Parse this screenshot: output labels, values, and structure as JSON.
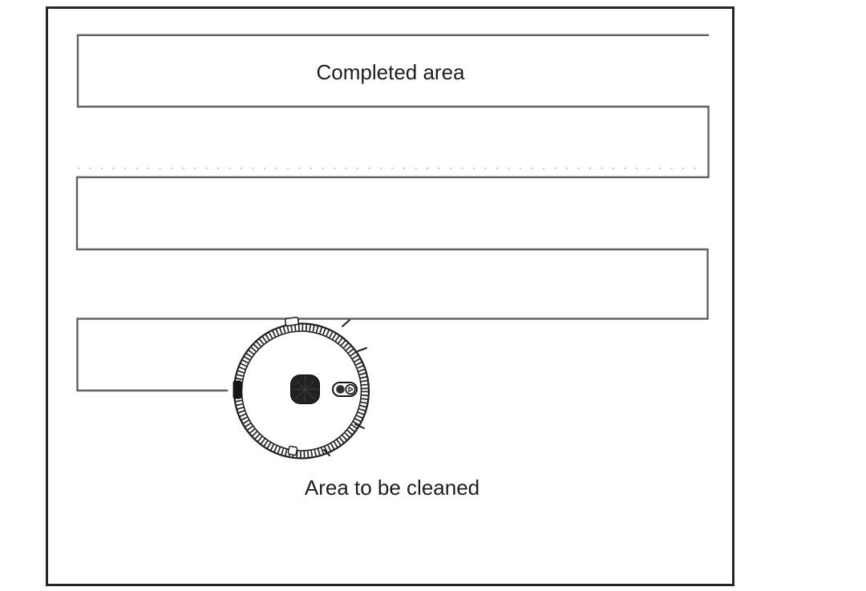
{
  "diagram": {
    "type": "robot-vacuum-zigzag-cleaning-route",
    "labels": {
      "completed_area": "Completed area",
      "area_to_be_cleaned": "Area to be cleaned"
    },
    "path_rows": 5,
    "colors": {
      "background": "#ffffff",
      "room_border": "#262626",
      "path_line": "#616161",
      "dotted_line": "#c5c5c5",
      "label_text": "#1d1d1d",
      "robot_outline": "#1f1f1f",
      "robot_lidar_fill": "#222222"
    },
    "icons": {
      "robot": "robot-vacuum-top-view-icon"
    }
  }
}
